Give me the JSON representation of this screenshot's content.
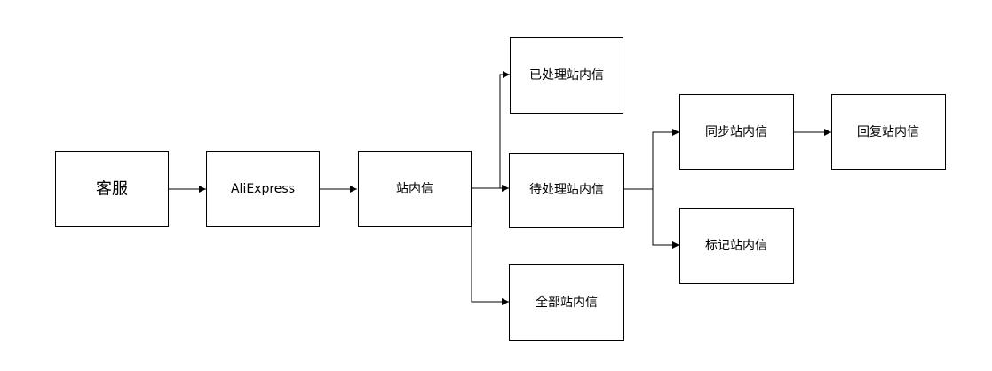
{
  "diagram": {
    "nodes": {
      "kefu": "客服",
      "aliexpress": "AliExpress",
      "zhanneixin": "站内信",
      "processed": "已处理站内信",
      "pending": "待处理站内信",
      "all": "全部站内信",
      "sync": "同步站内信",
      "mark": "标记站内信",
      "reply": "回复站内信"
    },
    "edges": [
      [
        "kefu",
        "aliexpress"
      ],
      [
        "aliexpress",
        "zhanneixin"
      ],
      [
        "zhanneixin",
        "processed"
      ],
      [
        "zhanneixin",
        "pending"
      ],
      [
        "zhanneixin",
        "all"
      ],
      [
        "pending",
        "sync"
      ],
      [
        "pending",
        "mark"
      ],
      [
        "sync",
        "reply"
      ]
    ]
  }
}
